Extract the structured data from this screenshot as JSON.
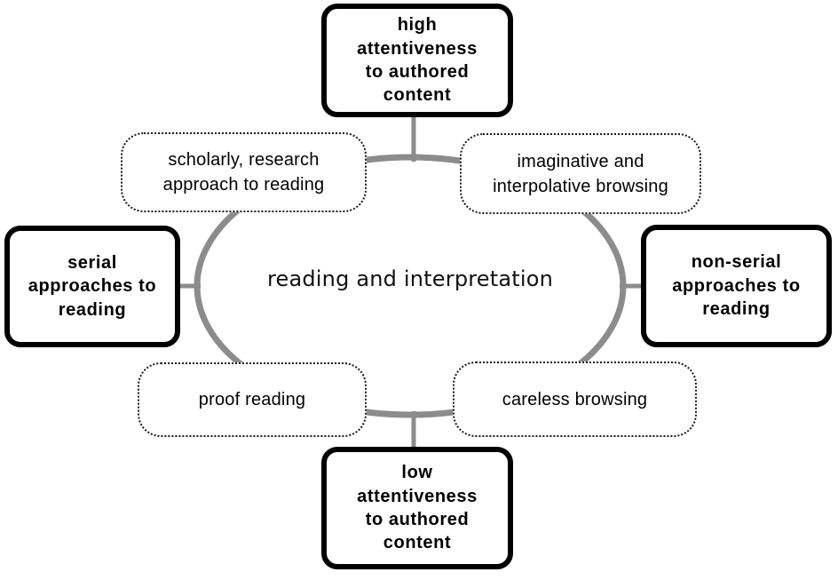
{
  "diagram": {
    "title": "reading and interpretation",
    "center": {
      "label": "reading and interpretation"
    },
    "colors": {
      "pole_border": "#000000",
      "quadrant_border": "#1a1a1a",
      "ellipse": "#8c8c8c",
      "connector": "#8c8c8c",
      "text": "#000000",
      "background": "#ffffff"
    },
    "axes": [
      {
        "name": "vertical-axis",
        "positive_label": "high attentiveness to authored content",
        "negative_label": "low attentiveness to authored content"
      },
      {
        "name": "horizontal-axis",
        "positive_label": "serial approaches to reading",
        "negative_label": "non-serial approaches to reading"
      }
    ],
    "poles": {
      "top": "high\nattentiveness\nto authored\ncontent",
      "bottom": "low\nattentiveness\nto authored\ncontent",
      "left": "serial\napproaches to\nreading",
      "right": "non-serial\napproaches to\nreading"
    },
    "quadrants": {
      "top_left": "scholarly, research\napproach to reading",
      "top_right": "imaginative and\ninterpolative browsing",
      "bottom_left": "proof reading",
      "bottom_right": "careless browsing"
    }
  }
}
